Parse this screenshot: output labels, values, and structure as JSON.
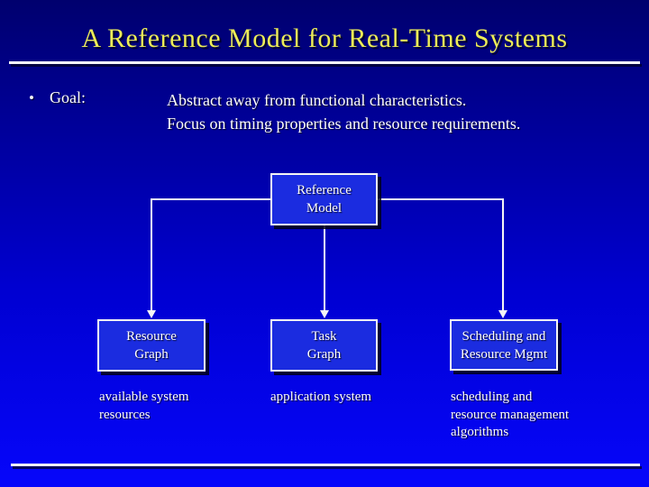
{
  "slide": {
    "title": "A Reference Model for Real-Time Systems",
    "bullet": {
      "marker": "•",
      "label": "Goal:",
      "text": "Abstract away from functional characteristics.\nFocus on timing properties and resource requirements."
    },
    "diagram": {
      "root": {
        "label": "Reference\nModel"
      },
      "children": [
        {
          "label": "Resource\nGraph",
          "caption": "available system\nresources"
        },
        {
          "label": "Task\nGraph",
          "caption": "application system"
        },
        {
          "label": "Scheduling and\nResource Mgmt",
          "caption": "scheduling and\nresource management\nalgorithms"
        }
      ]
    },
    "colors": {
      "background_top": "#00006e",
      "background_bottom": "#0606fb",
      "box_fill": "#1b2ce0",
      "box_border": "#f5f5f5",
      "box_shadow": "#000016",
      "title_color": "#ecec58",
      "rule_color": "#f8f8f8",
      "text_color": "#ffffff"
    }
  }
}
